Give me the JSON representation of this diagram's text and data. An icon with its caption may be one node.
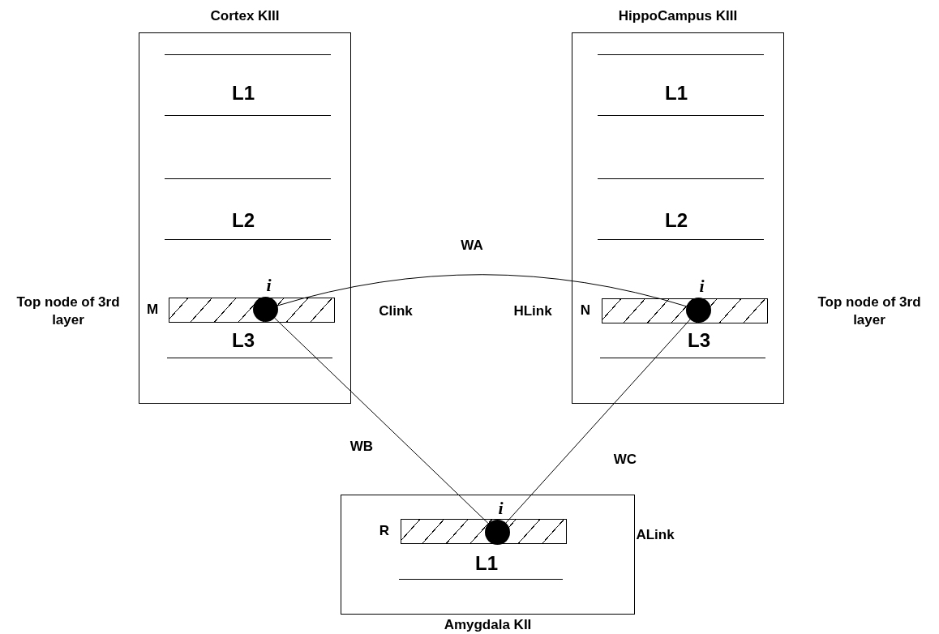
{
  "diagram": {
    "nodes": [
      {
        "text": [
          "Cortex KIII"
        ]
      },
      {
        "text": [],
        "shape": "bar",
        "in": 0,
        "beside": [
          "M"
        ]
      },
      {
        "text": [],
        "shape": "circle",
        "in": 1,
        "beside": [
          "i"
        ]
      },
      {
        "text": [
          "HippoCampus KIII"
        ]
      },
      {
        "text": [],
        "shape": "bar",
        "in": 3,
        "beside": [
          "N"
        ]
      },
      {
        "text": [],
        "shape": "circle",
        "in": 4,
        "beside": [
          "i"
        ]
      },
      {
        "text": [
          "Amygdala KII"
        ]
      },
      {
        "text": [],
        "shape": "bar",
        "in": 6,
        "beside": [
          "R"
        ]
      },
      {
        "text": [],
        "shape": "circle",
        "in": 7,
        "beside": [
          "i"
        ]
      }
    ],
    "edges": [
      {
        "from": 2,
        "to": 5,
        "arrow": "none",
        "label": "WA"
      },
      {
        "from": 2,
        "to": 8,
        "arrow": "none",
        "label": "WB"
      },
      {
        "from": 5,
        "to": 8,
        "arrow": "none",
        "label": "WC"
      }
    ],
    "labels": [
      "L1",
      "L1",
      "L2",
      "L2",
      "Top node of 3rd layer",
      "Clink",
      "HLink",
      "Top node of 3rd layer",
      "L3",
      "L3",
      "ALink",
      "L1"
    ]
  }
}
